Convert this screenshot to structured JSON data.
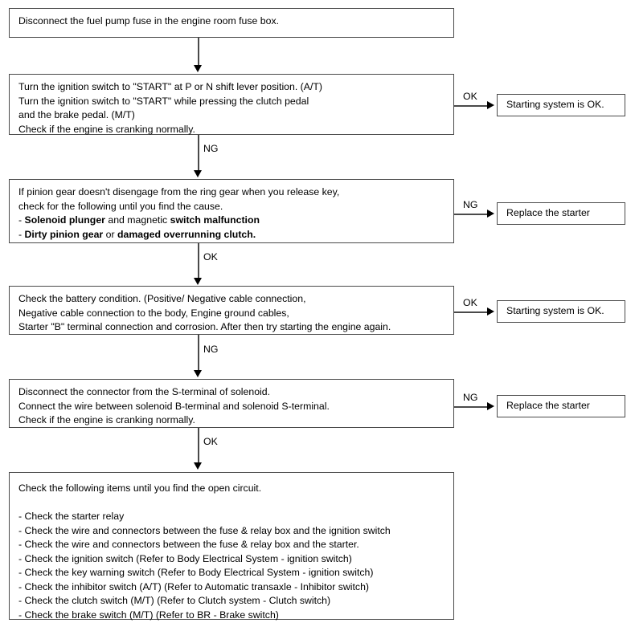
{
  "diagram": {
    "title": "Starting system troubleshooting flowchart",
    "colors": {
      "box_border": "#4a4a4a",
      "arrow": "#000000",
      "background": "#ffffff",
      "text": "#000000"
    },
    "steps": [
      {
        "id": "step-1-fuel-pump-fuse",
        "lines": [
          "Disconnect the fuel pump fuse in the engine room fuse box."
        ]
      },
      {
        "id": "step-2-ignition-start",
        "lines": [
          "Turn the ignition switch to \"START\" at P or N shift lever position. (A/T)",
          "Turn the ignition switch to \"START\" while pressing the clutch pedal",
          "and the brake pedal. (M/T)",
          "Check if the engine is cranking normally."
        ]
      },
      {
        "id": "step-3-pinion-gear",
        "lines": [
          "If pinion gear doesn't disengage from the ring gear when you release key,",
          "check for the following until you find the cause.",
          "- |Solenoid plunger| and magnetic |switch malfunction|",
          "- |Dirty pinion gear| or |damaged overrunning clutch.|"
        ]
      },
      {
        "id": "step-4-battery-condition",
        "lines": [
          "Check the battery condition. (Positive/ Negative cable connection,",
          "Negative cable connection to the body, Engine ground cables,",
          "Starter \"B\" terminal connection and corrosion. After then try starting the engine again."
        ]
      },
      {
        "id": "step-5-s-terminal",
        "lines": [
          "Disconnect the connector from the S-terminal of solenoid.",
          "Connect the wire between solenoid B-terminal and solenoid S-terminal.",
          "Check if the engine is cranking normally."
        ]
      },
      {
        "id": "step-6-open-circuit-checks",
        "lines": [
          "Check the following items until you find the open circuit.",
          "",
          "- Check the starter relay",
          "- Check the wire and connectors between the fuse & relay box and the ignition switch",
          "- Check the wire and connectors between the fuse & relay box and the starter.",
          "- Check the ignition switch (Refer to Body Electrical System - ignition switch)",
          "- Check the key warning switch (Refer to Body Electrical System - ignition switch)",
          "- Check the inhibitor switch (A/T) (Refer to Automatic transaxle - Inhibitor switch)",
          "- Check the clutch switch (M/T) (Refer to Clutch system - Clutch switch)",
          "- Check the brake switch (M/T) (Refer to BR - Brake switch)"
        ]
      }
    ],
    "outcomes": [
      {
        "id": "outcome-1-starting-ok",
        "label": "Starting system is OK."
      },
      {
        "id": "outcome-2-replace-starter",
        "label": "Replace the starter"
      },
      {
        "id": "outcome-3-starting-ok",
        "label": "Starting system is OK."
      },
      {
        "id": "outcome-4-replace-starter",
        "label": "Replace the starter"
      }
    ],
    "edge_labels": {
      "branch_1_ok": "OK",
      "down_1_ng": "NG",
      "branch_2_ng": "NG",
      "down_2_ok": "OK",
      "branch_3_ok": "OK",
      "down_3_ng": "NG",
      "branch_4_ng": "NG",
      "down_4_ok": "OK"
    }
  }
}
